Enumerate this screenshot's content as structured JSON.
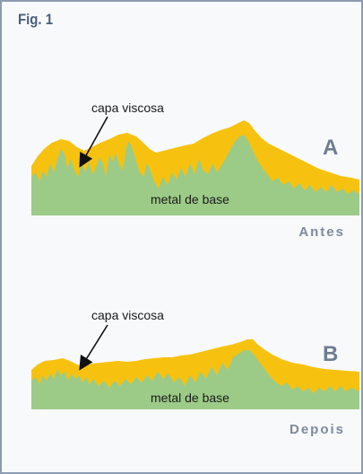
{
  "figure": {
    "title": "Fig. 1",
    "colors": {
      "base_metal": "#9ccb88",
      "viscous_layer": "#f6c20f",
      "frame": "#8c9bb0",
      "letter": "#6f7d92",
      "caption": "#7d8a9c"
    },
    "panels": [
      {
        "letter": "A",
        "caption": "Antes",
        "layer_label": "capa viscosa",
        "base_label": "metal de base",
        "arrow_icon": "arrow-icon"
      },
      {
        "letter": "B",
        "caption": "Depois",
        "layer_label": "capa viscosa",
        "base_label": "metal de base",
        "arrow_icon": "arrow-icon"
      }
    ]
  }
}
